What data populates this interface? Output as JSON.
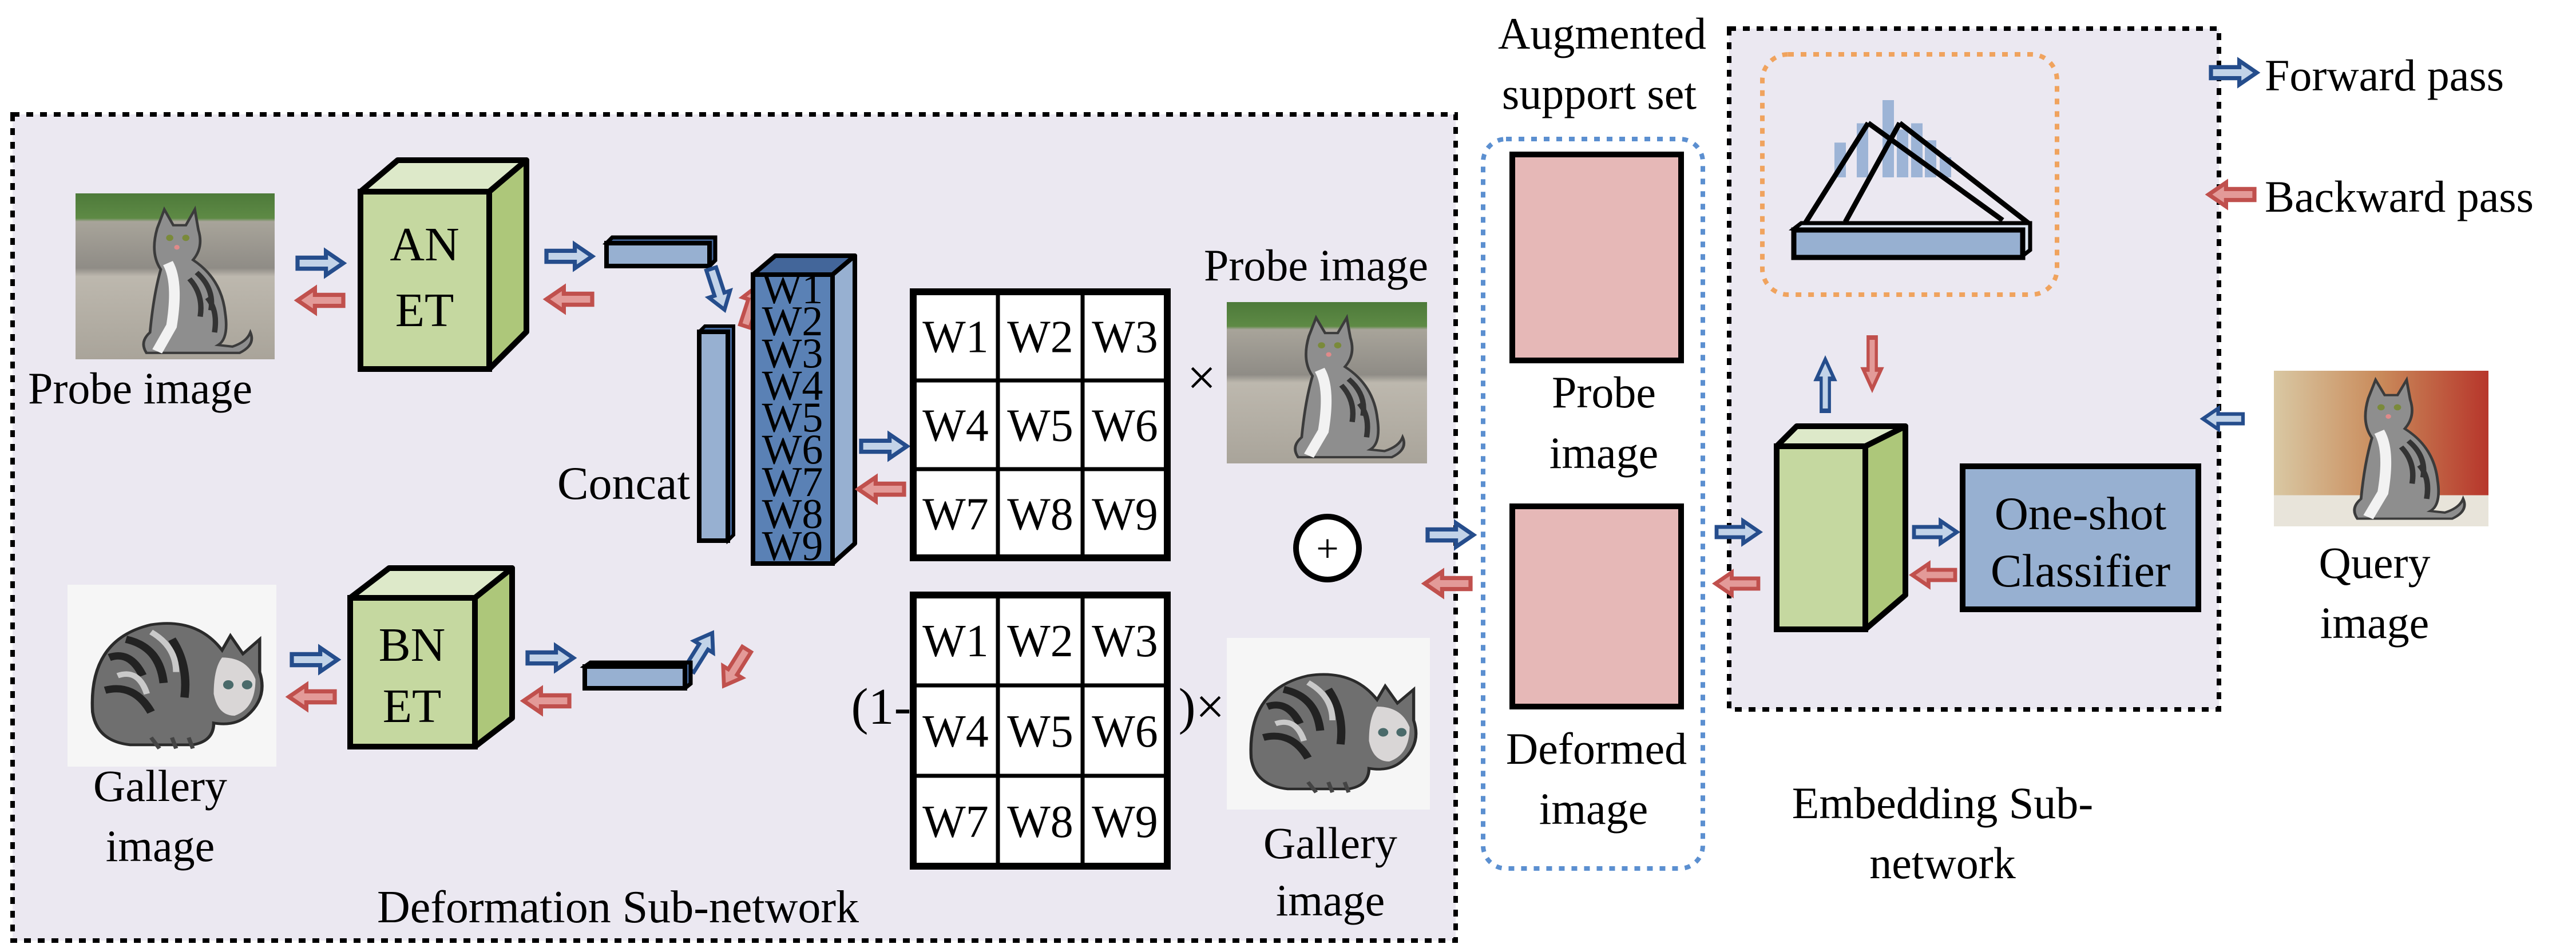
{
  "colors": {
    "page_bg": "#ffffff",
    "panel_bg": "#ebe8f1",
    "green_front": "#c5d8a0",
    "green_top": "#dde9c9",
    "green_side": "#adc77a",
    "blue_bar": "#97b0d1",
    "blue_dark": "#5a81b5",
    "blue_dark_top": "#43669a",
    "pink": "#e6b8b7",
    "forward_arrow_stroke": "#254d8c",
    "forward_arrow_fill": "#c2d3e8",
    "backward_arrow_stroke": "#c0504d",
    "backward_arrow_fill": "#e39a98",
    "orange_dash": "#f0a35e",
    "blue_dash": "#5b8fd0",
    "hist_bar": "#9db4d6"
  },
  "legend": {
    "forward": "Forward pass",
    "backward": "Backward pass"
  },
  "deformation": {
    "title": "Deformation Sub-network",
    "probe_label": "Probe image",
    "gallery_label_line1": "Gallery",
    "gallery_label_line2": "image",
    "anet_line1": "AN",
    "anet_line2": "ET",
    "bnet_line1": "BN",
    "bnet_line2": "ET",
    "concat_label": "Concat",
    "weights": [
      "W1",
      "W2",
      "W3",
      "W4",
      "W5",
      "W6",
      "W7",
      "W8",
      "W9"
    ],
    "grid_top": [
      [
        "W1",
        "W2",
        "W3"
      ],
      [
        "W4",
        "W5",
        "W6"
      ],
      [
        "W7",
        "W8",
        "W9"
      ]
    ],
    "grid_bottom": [
      [
        "W1",
        "W2",
        "W3"
      ],
      [
        "W4",
        "W5",
        "W6"
      ],
      [
        "W7",
        "W8",
        "W9"
      ]
    ],
    "times_symbol": "×",
    "one_minus": "(1-",
    "close_times": ")×",
    "plus_symbol": "+",
    "probe_right_label": "Probe image",
    "gallery_right_line1": "Gallery",
    "gallery_right_line2": "image"
  },
  "support_set": {
    "title_line1": "Augmented",
    "title_line2": "support set",
    "probe_line1": "Probe",
    "probe_line2": "image",
    "deformed_line1": "Deformed",
    "deformed_line2": "image"
  },
  "embedding": {
    "title_line1": "Embedding Sub-",
    "title_line2": "network",
    "classifier_line1": "One-shot",
    "classifier_line2": "Classifier",
    "histogram_relative_heights": [
      0.45,
      0.7,
      1.0,
      0.62,
      0.7,
      0.48,
      0.26
    ]
  },
  "query": {
    "label_line1": "Query",
    "label_line2": "image"
  },
  "images": {
    "probe": "sitting-tabby-cat-photo",
    "gallery": "crouching-tabby-kitten-photo",
    "query": "sitting-cat-photo-red-background"
  }
}
